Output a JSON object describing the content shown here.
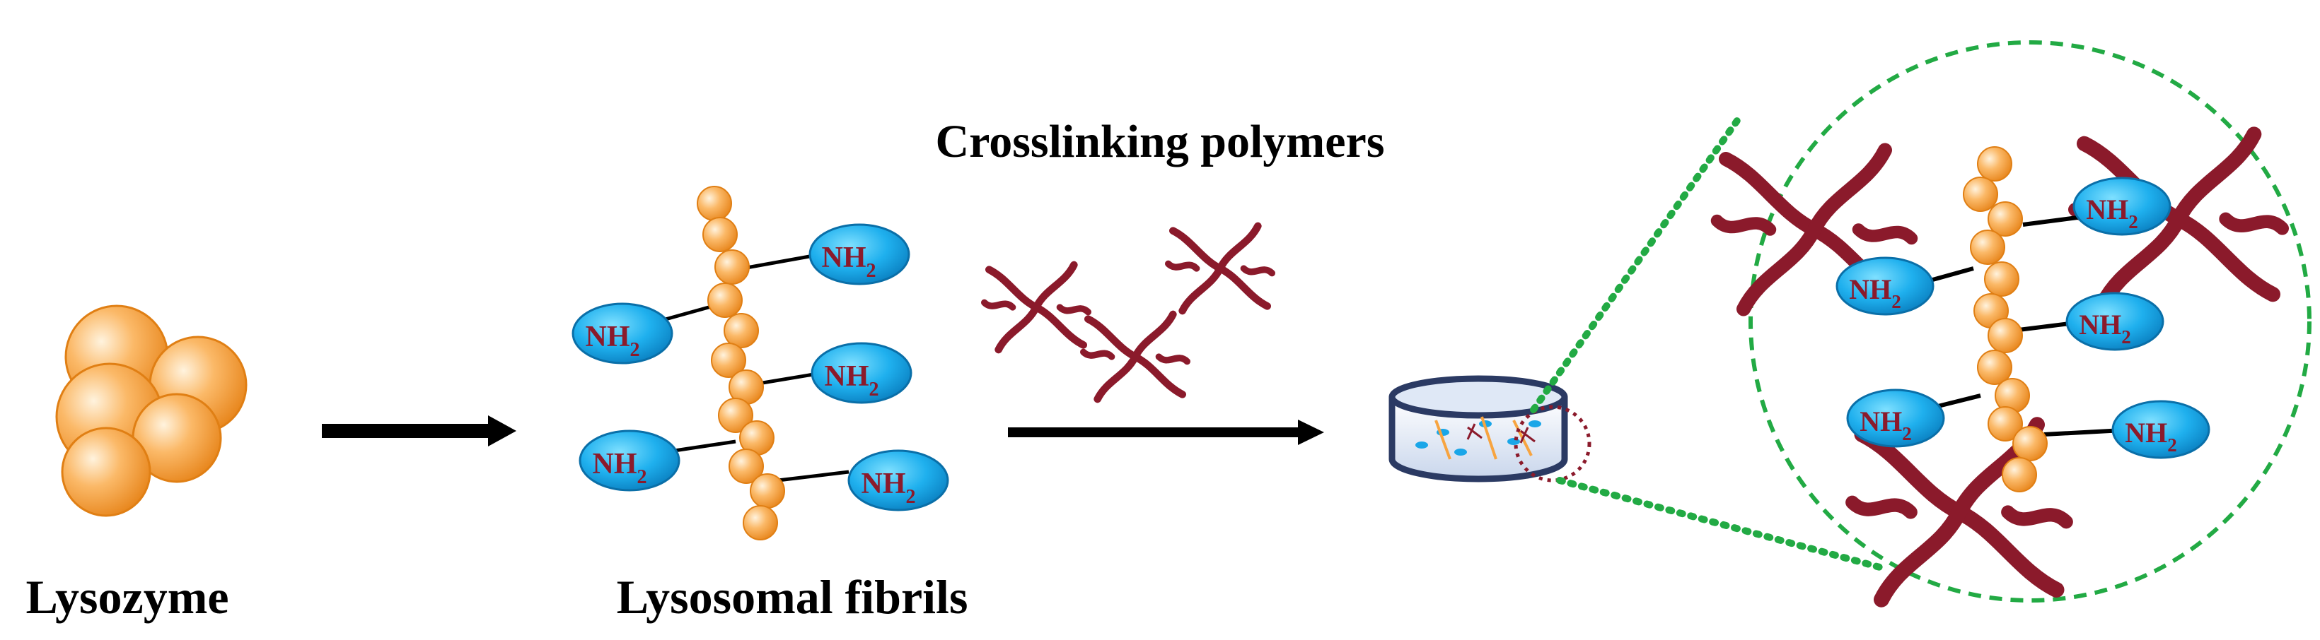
{
  "labels": {
    "lysozyme": "Lysozyme",
    "fibrils": "Lysosomal fibrils",
    "crosslinking": "Crosslinking polymers"
  },
  "chem": {
    "amine_main": "NH",
    "amine_sub": "2"
  },
  "colors": {
    "bead": "#f7a440",
    "ellipse": "#1aa6e8",
    "polymer": "#8b1a2b",
    "zoom": "#22aa44",
    "dish": "#2b3a63",
    "arrow": "#000000"
  },
  "icons": {
    "arrow1": "right-arrow-icon",
    "arrow2": "right-arrow-icon",
    "dish": "petri-dish-icon",
    "zoom": "magnify-circle-icon"
  }
}
